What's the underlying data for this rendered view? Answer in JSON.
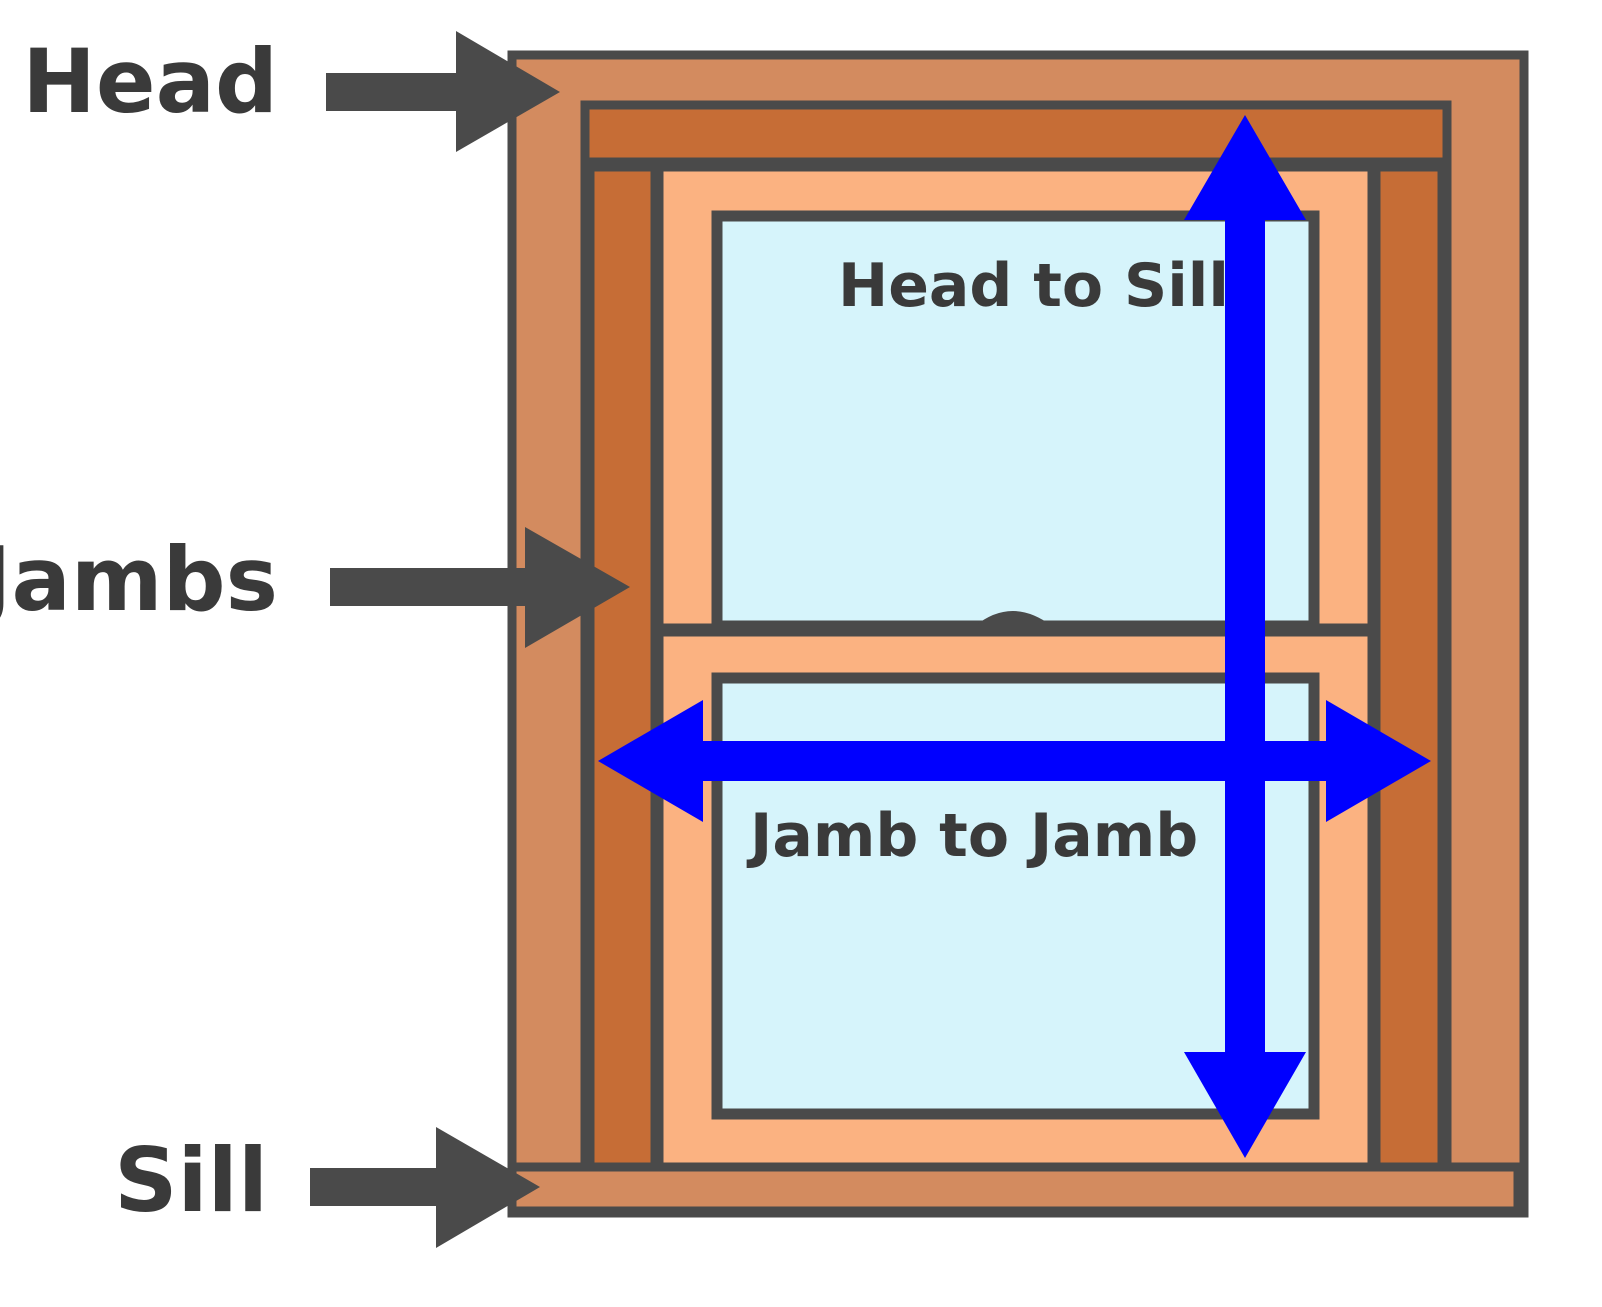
{
  "labels": {
    "head": "Head",
    "jambs": "Jambs",
    "sill": "Sill",
    "head_to_sill": "Head to Sill",
    "jamb_to_jamb": "Jamb to Jamb"
  },
  "colors": {
    "outline": "#4a4a4a",
    "outer_casing": "#d38b5f",
    "inner_frame": "#c66d36",
    "sash": "#fbb281",
    "glass": "#d6f4fb",
    "measure_arrow": "#0000ff",
    "pointer_arrow": "#4a4a4a",
    "text": "#3a3a3a"
  }
}
